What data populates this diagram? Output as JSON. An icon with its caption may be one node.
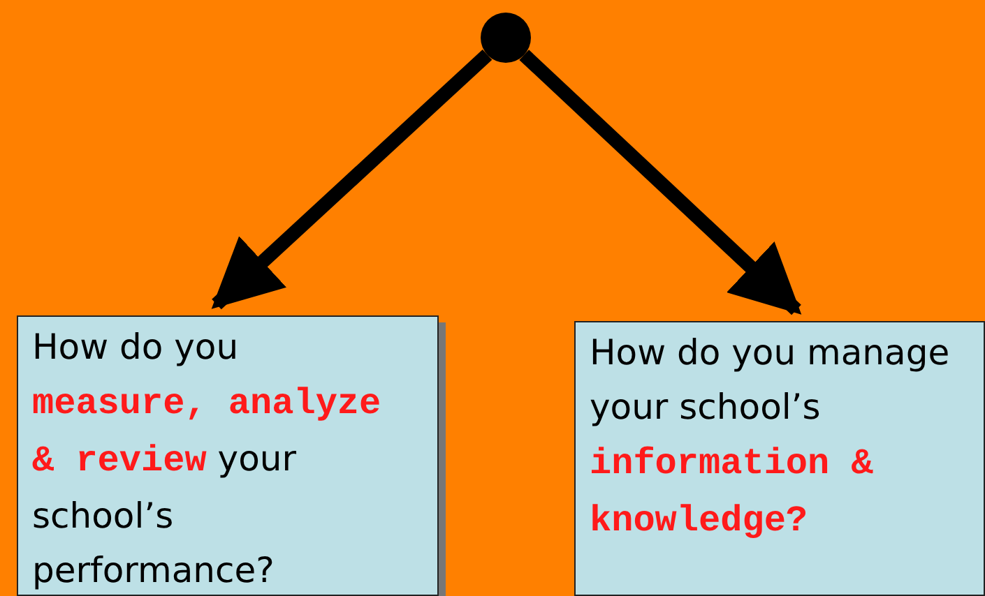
{
  "diagram": {
    "nodes": [
      {
        "text": [],
        "shape": "circle"
      },
      {
        "text": [
          "How do you **measure, analyze & review** your school’s performance?"
        ]
      },
      {
        "text": [
          "How do you manage your school’s **information & knowledge?**"
        ]
      }
    ],
    "edges": [
      {
        "from": 0,
        "to": 1,
        "arrow": "to"
      },
      {
        "from": 0,
        "to": 2,
        "arrow": "to"
      }
    ]
  }
}
